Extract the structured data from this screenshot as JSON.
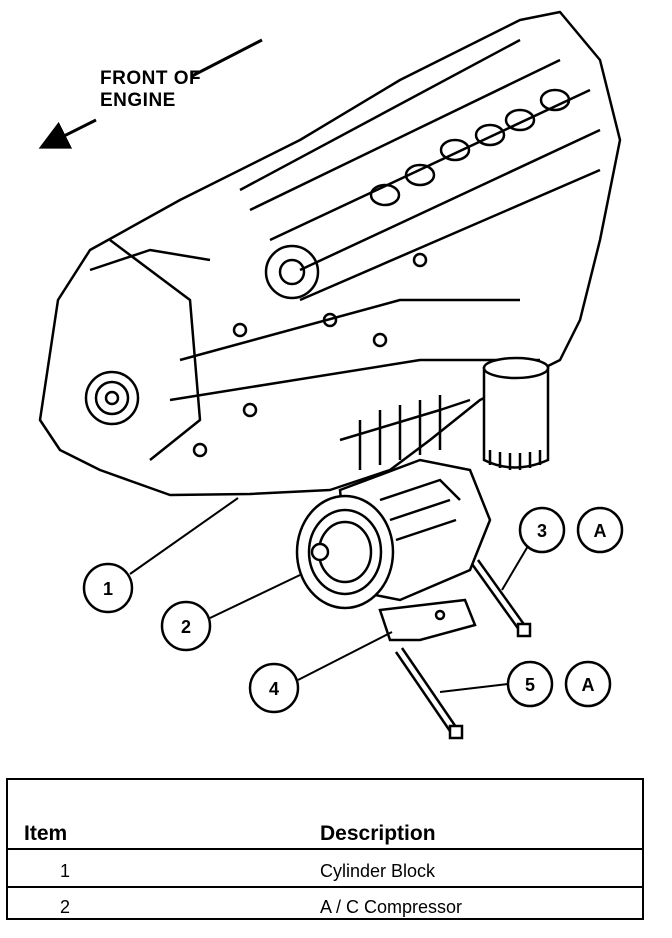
{
  "direction_label": {
    "line1": "FRONT OF",
    "line2": "ENGINE"
  },
  "callouts": [
    {
      "number": "1"
    },
    {
      "number": "2"
    },
    {
      "number": "3",
      "letter": "A"
    },
    {
      "number": "4"
    },
    {
      "number": "5",
      "letter": "A"
    }
  ],
  "table": {
    "headers": {
      "item": "Item",
      "description": "Description"
    },
    "rows": [
      {
        "item": "1",
        "description": "Cylinder Block"
      },
      {
        "item": "2",
        "description": "A / C Compressor"
      }
    ]
  }
}
